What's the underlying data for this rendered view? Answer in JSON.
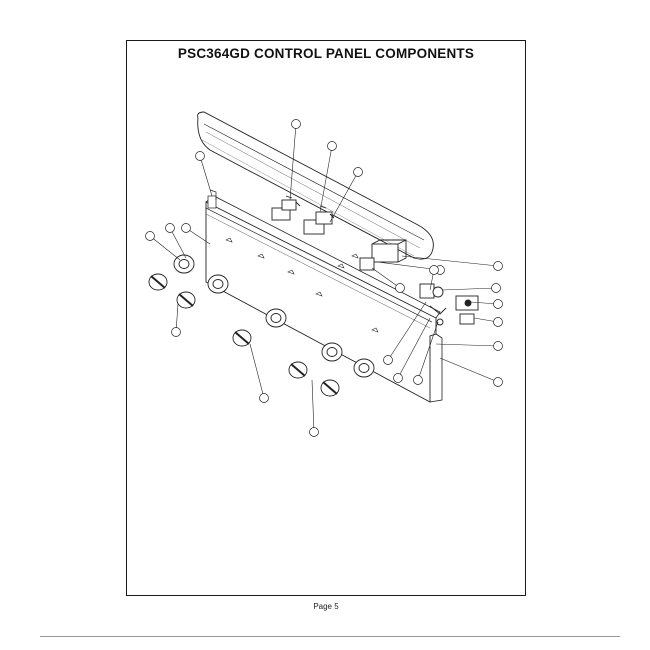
{
  "document": {
    "title": "PSC364GD CONTROL PANEL COMPONENTS",
    "footer": "Page 5"
  },
  "diagram": {
    "callouts": [
      {
        "id": "c1",
        "label": ""
      },
      {
        "id": "c2",
        "label": ""
      },
      {
        "id": "c3",
        "label": ""
      },
      {
        "id": "c4",
        "label": ""
      },
      {
        "id": "c5",
        "label": ""
      },
      {
        "id": "c6",
        "label": ""
      },
      {
        "id": "c7",
        "label": ""
      },
      {
        "id": "c8",
        "label": ""
      },
      {
        "id": "c9",
        "label": ""
      },
      {
        "id": "c10",
        "label": ""
      },
      {
        "id": "c11",
        "label": ""
      },
      {
        "id": "c12",
        "label": ""
      },
      {
        "id": "c13",
        "label": ""
      },
      {
        "id": "c14",
        "label": ""
      },
      {
        "id": "c15",
        "label": ""
      },
      {
        "id": "c16",
        "label": ""
      },
      {
        "id": "c17",
        "label": ""
      },
      {
        "id": "c18",
        "label": ""
      },
      {
        "id": "c19",
        "label": ""
      },
      {
        "id": "c20",
        "label": ""
      },
      {
        "id": "c21",
        "label": ""
      },
      {
        "id": "c22",
        "label": ""
      },
      {
        "id": "c23",
        "label": ""
      },
      {
        "id": "c24",
        "label": ""
      }
    ]
  }
}
